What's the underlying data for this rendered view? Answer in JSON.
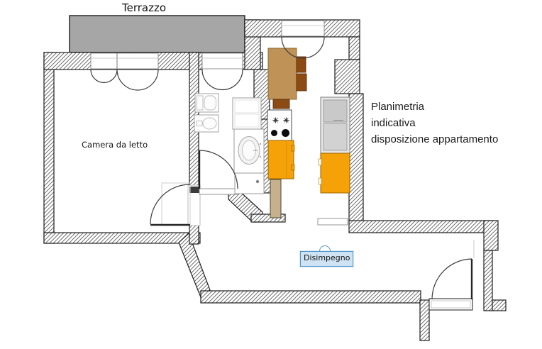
{
  "plan": {
    "labels": {
      "terrace": "Terrazzo",
      "bedroom": "Camera da letto",
      "hallway": "Disimpegno",
      "note_line1": "Planimetria",
      "note_line2": "indicativa",
      "note_line3": "disposizione appartamento"
    },
    "colors": {
      "terrace_fill": "#a6a6a6",
      "cabinet_orange": "#f4a207",
      "table_wood": "#bf9257",
      "chair_wood": "#8c4a15",
      "fridge_gray": "#e6e6e6",
      "fridge_panel": "#c9c9c9",
      "mat_beige": "#c6b18c",
      "burner_black": "#0d0d0d",
      "selection_border": "#4f96cc",
      "selection_fill": "#cfe3f4"
    },
    "icons": [
      "toilet-icon",
      "bidet-icon",
      "sink-cabinet-icon",
      "washing-machine-icon",
      "laundry-unit-icon",
      "stove-burner-icon",
      "gas-star-icon",
      "fridge-icon",
      "kitchen-cabinet-icon",
      "tall-cabinet-icon",
      "dining-table-icon",
      "chair-icon",
      "floor-mat-icon",
      "door-swing-arc-icon",
      "window-casement-arc-icon",
      "rotate-handle-icon",
      "wall-hatch-pattern"
    ]
  }
}
